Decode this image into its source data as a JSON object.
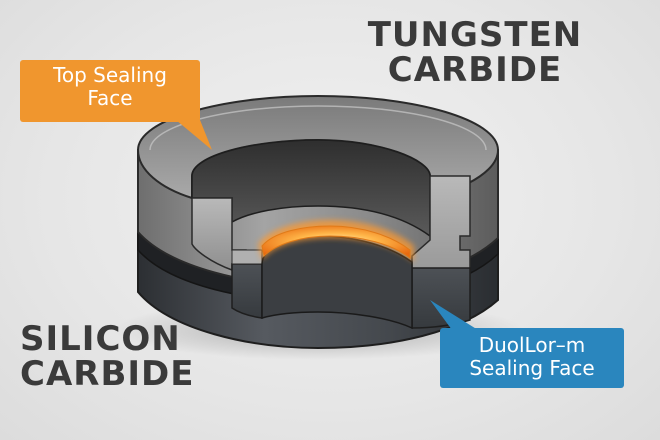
{
  "labels": {
    "tungsten_carbide": [
      "TUNGSTEN",
      "CARBIDE"
    ],
    "silicon_carbide": [
      "SILICON",
      "CARBIDE"
    ],
    "top_sealing_face": [
      "Top Sealing",
      "Face"
    ],
    "duo_sealing_face": [
      "DuolLor–m",
      "Sealing Face"
    ]
  },
  "colors": {
    "callout_orange": "#f0962e",
    "callout_blue": "#2a86be",
    "glow_orange": "#ffb74a",
    "upper_ring_gray": "#8d8d8d",
    "lower_ring_dark": "#3f4246",
    "title_text": "#3a3a3a"
  },
  "icons": {
    "top_callout_pointer": "triangle-down-right",
    "duo_callout_pointer": "triangle-up-left"
  }
}
